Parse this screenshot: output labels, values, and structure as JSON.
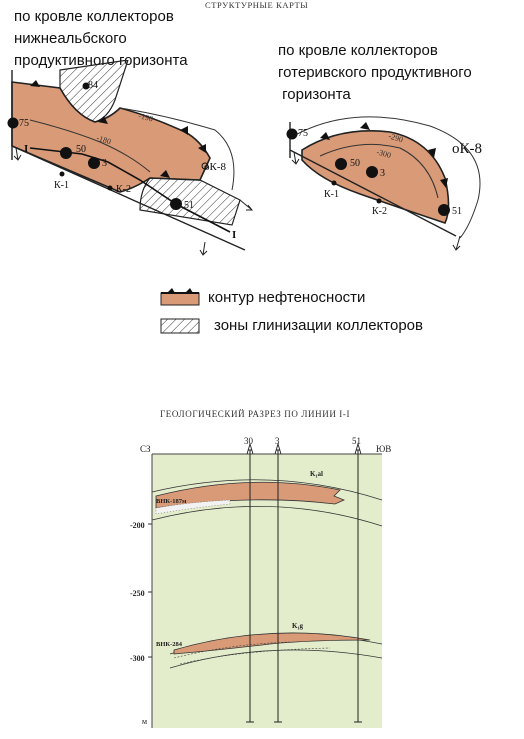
{
  "maps": {
    "title": "СТРУКТУРНЫЕ КАРТЫ",
    "left_caption": [
      "по кровле коллекторов",
      "нижнеальбского",
      "продуктивного горизонта"
    ],
    "right_caption": [
      "по кровле коллекторов",
      "готеривского продуктивного",
      " горизонта"
    ],
    "left_labels": {
      "w84": "84",
      "w75": "75",
      "w50": "50",
      "w3": "3",
      "w51": "51",
      "k1": "К-1",
      "k2": "К-2",
      "ok8": "оК-8",
      "line_i_start": "I",
      "line_i_end": "I",
      "iso_190": "-190",
      "iso_180": "-180"
    },
    "right_labels": {
      "w75": "75",
      "w50": "50",
      "w3": "3",
      "w51": "51",
      "k1": "К-1",
      "k2": "К-2",
      "ok8": "оК-8",
      "iso_290": "-290",
      "iso_300": "-300"
    }
  },
  "legend": {
    "oil_contour": "контур нефтеносности",
    "clay_zones": "зоны глинизации коллекторов"
  },
  "section": {
    "title": "ГЕОЛОГИЧЕСКИЙ РАЗРЕЗ ПО ЛИНИИ I-I",
    "dir_left": "СЗ",
    "dir_right": "ЮВ",
    "wells": [
      "30",
      "3",
      "51"
    ],
    "y_ticks": [
      "-200",
      "-250",
      "-300"
    ],
    "y_unit": "м",
    "vnk_upper": "ВНК-187м",
    "vnk_lower": "ВНК-284",
    "layer_upper": "K₁al",
    "layer_lower": "K₁g"
  },
  "colors": {
    "oil": "#d89a77",
    "section_bg": "#e3eccb",
    "clay_bg": "#ffffff"
  }
}
